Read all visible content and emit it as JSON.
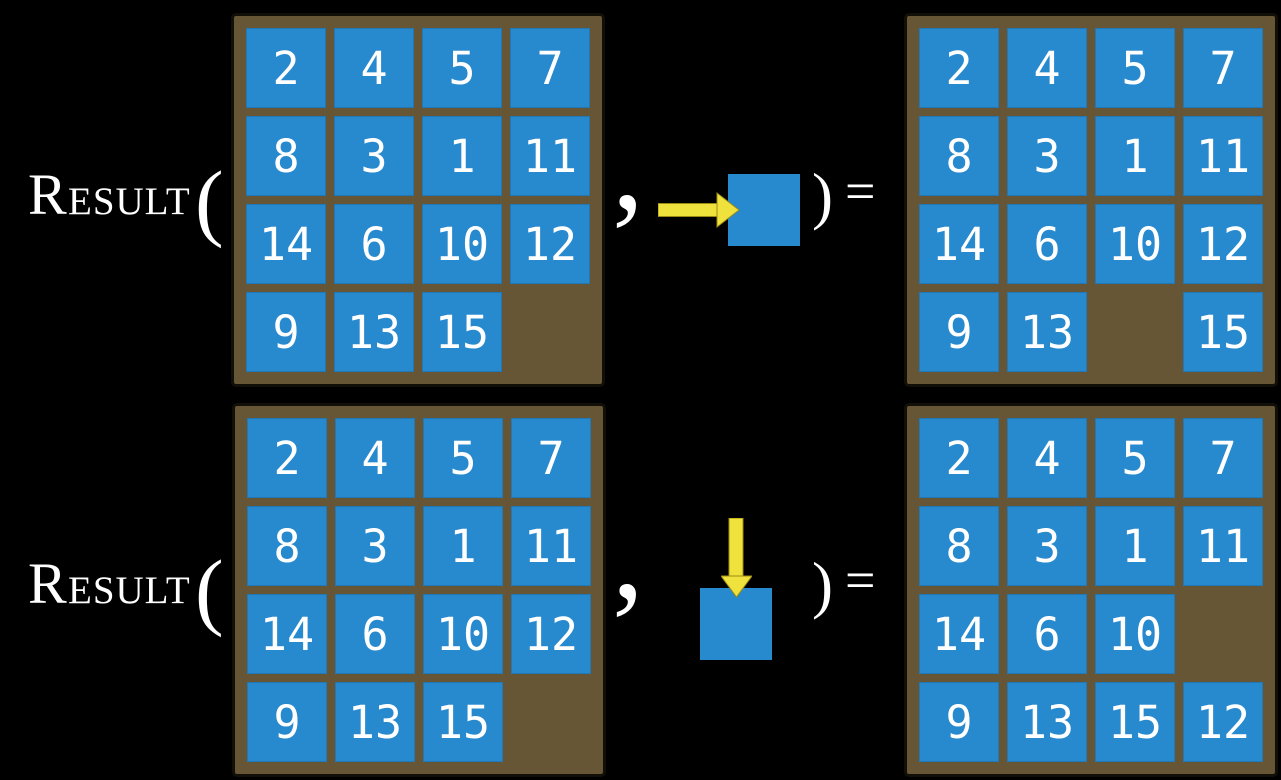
{
  "colors": {
    "background": "#000000",
    "tile": "#2789CE",
    "board": "#675636",
    "board_border": "#120e08",
    "arrow": "#F0E23C",
    "arrow_outline": "#9b8b15",
    "text": "#FFFFFF"
  },
  "label": {
    "lead_cap": "R",
    "small_caps": "ESULT",
    "open_paren": "("
  },
  "symbols": {
    "comma": ",",
    "close_paren": ")",
    "equals": "="
  },
  "examples": [
    {
      "name": "slide-tile-right",
      "action_direction": "right",
      "input_board": {
        "rows": [
          [
            "2",
            "4",
            "5",
            "7"
          ],
          [
            "8",
            "3",
            "1",
            "11"
          ],
          [
            "14",
            "6",
            "10",
            "12"
          ],
          [
            "9",
            "13",
            "15",
            ""
          ]
        ]
      },
      "output_board": {
        "rows": [
          [
            "2",
            "4",
            "5",
            "7"
          ],
          [
            "8",
            "3",
            "1",
            "11"
          ],
          [
            "14",
            "6",
            "10",
            "12"
          ],
          [
            "9",
            "13",
            "",
            "15"
          ]
        ]
      }
    },
    {
      "name": "slide-tile-down",
      "action_direction": "down",
      "input_board": {
        "rows": [
          [
            "2",
            "4",
            "5",
            "7"
          ],
          [
            "8",
            "3",
            "1",
            "11"
          ],
          [
            "14",
            "6",
            "10",
            "12"
          ],
          [
            "9",
            "13",
            "15",
            ""
          ]
        ]
      },
      "output_board": {
        "rows": [
          [
            "2",
            "4",
            "5",
            "7"
          ],
          [
            "8",
            "3",
            "1",
            "11"
          ],
          [
            "14",
            "6",
            "10",
            ""
          ],
          [
            "9",
            "13",
            "15",
            "12"
          ]
        ]
      }
    }
  ]
}
